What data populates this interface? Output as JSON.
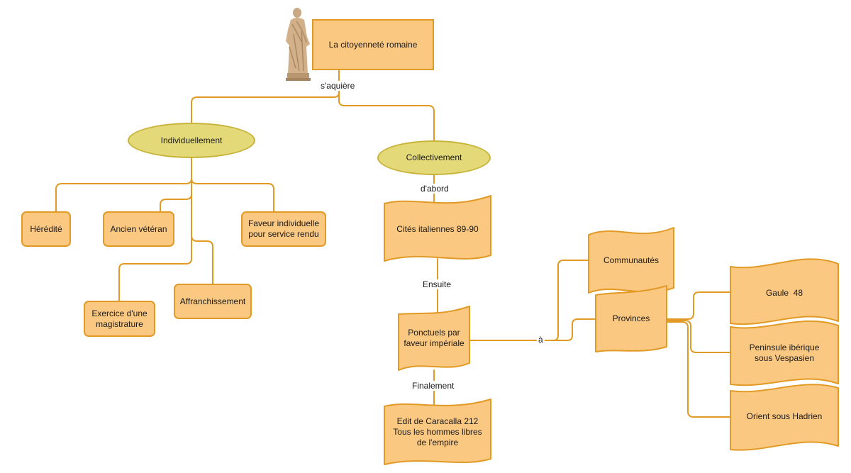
{
  "diagram": {
    "root": {
      "label": "La citoyenneté romaine"
    },
    "statue_icon": "roman-statue-icon",
    "edge_labels": {
      "acquire": "s'aquière",
      "first": "d'abord",
      "then": "Ensuite",
      "finally": "Finalement",
      "to": "à"
    },
    "individual": {
      "label": "Individuellement",
      "children": {
        "heredity": "Hérédité",
        "veteran": "Ancien vétéran",
        "favor": "Faveur individuelle\npour service rendu",
        "magistrature": "Exercice d'une\nmagistrature",
        "emancipation": "Affranchissement"
      }
    },
    "collective": {
      "label": "Collectivement",
      "italian_cities": "Cités italiennes 89-90",
      "imperial_favor": "Ponctuels par\nfaveur impériale",
      "caracalla": "Edit de Caracalla 212\nTous les hommes libres\nde l'empire"
    },
    "targets": {
      "communities": "Communautés",
      "provinces": "Provinces"
    },
    "provinces": {
      "gaul": "Gaule  48",
      "iberia": "Peninsule ibérique\nsous Vespasien",
      "orient": "Orient sous Hadrien"
    },
    "colors": {
      "node_fill": "#fbc882",
      "node_stroke": "#e19a25",
      "ellipse_fill": "#e3d978",
      "ellipse_stroke": "#c8b43a",
      "connector": "#e19a25"
    }
  }
}
